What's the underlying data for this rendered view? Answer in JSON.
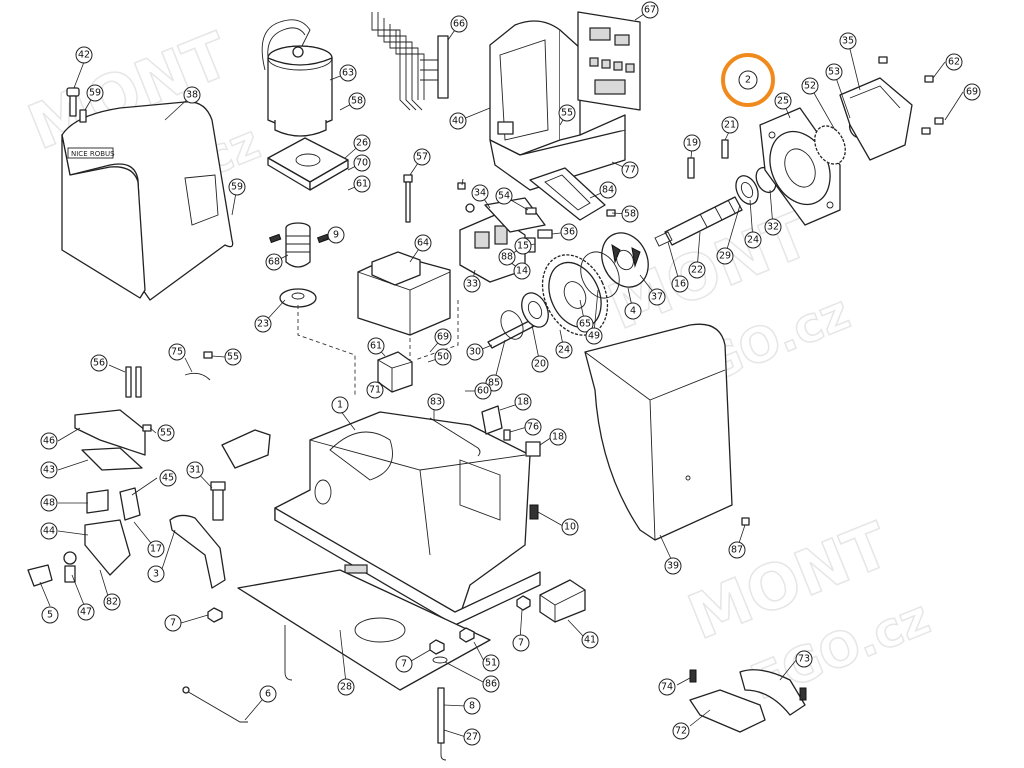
{
  "diagram": {
    "brand_label": "NICE ROBUS",
    "highlighted_part": "2",
    "watermark_lines": [
      "MONT",
      "EGO.cz",
      "MONT",
      "EGO.cz",
      "MONT",
      "EGO.cz"
    ],
    "highlight_color": "#f08a1c",
    "callouts": [
      "42",
      "59",
      "38",
      "59",
      "63",
      "58",
      "26",
      "70",
      "61",
      "9",
      "68",
      "23",
      "66",
      "40",
      "55",
      "67",
      "77",
      "84",
      "58",
      "34",
      "54",
      "36",
      "15",
      "14",
      "88",
      "33",
      "57",
      "64",
      "69",
      "50",
      "61",
      "71",
      "30",
      "85",
      "20",
      "24",
      "65",
      "49",
      "4",
      "37",
      "16",
      "22",
      "29",
      "24",
      "32",
      "19",
      "21",
      "2",
      "35",
      "62",
      "52",
      "53",
      "25",
      "69",
      "75",
      "55",
      "56",
      "55",
      "46",
      "43",
      "45",
      "48",
      "17",
      "44",
      "31",
      "3",
      "5",
      "47",
      "82",
      "7",
      "1",
      "83",
      "18",
      "76",
      "18",
      "60",
      "10",
      "28",
      "7",
      "51",
      "86",
      "8",
      "27",
      "6",
      "7",
      "41",
      "39",
      "87",
      "73",
      "74",
      "72"
    ]
  }
}
